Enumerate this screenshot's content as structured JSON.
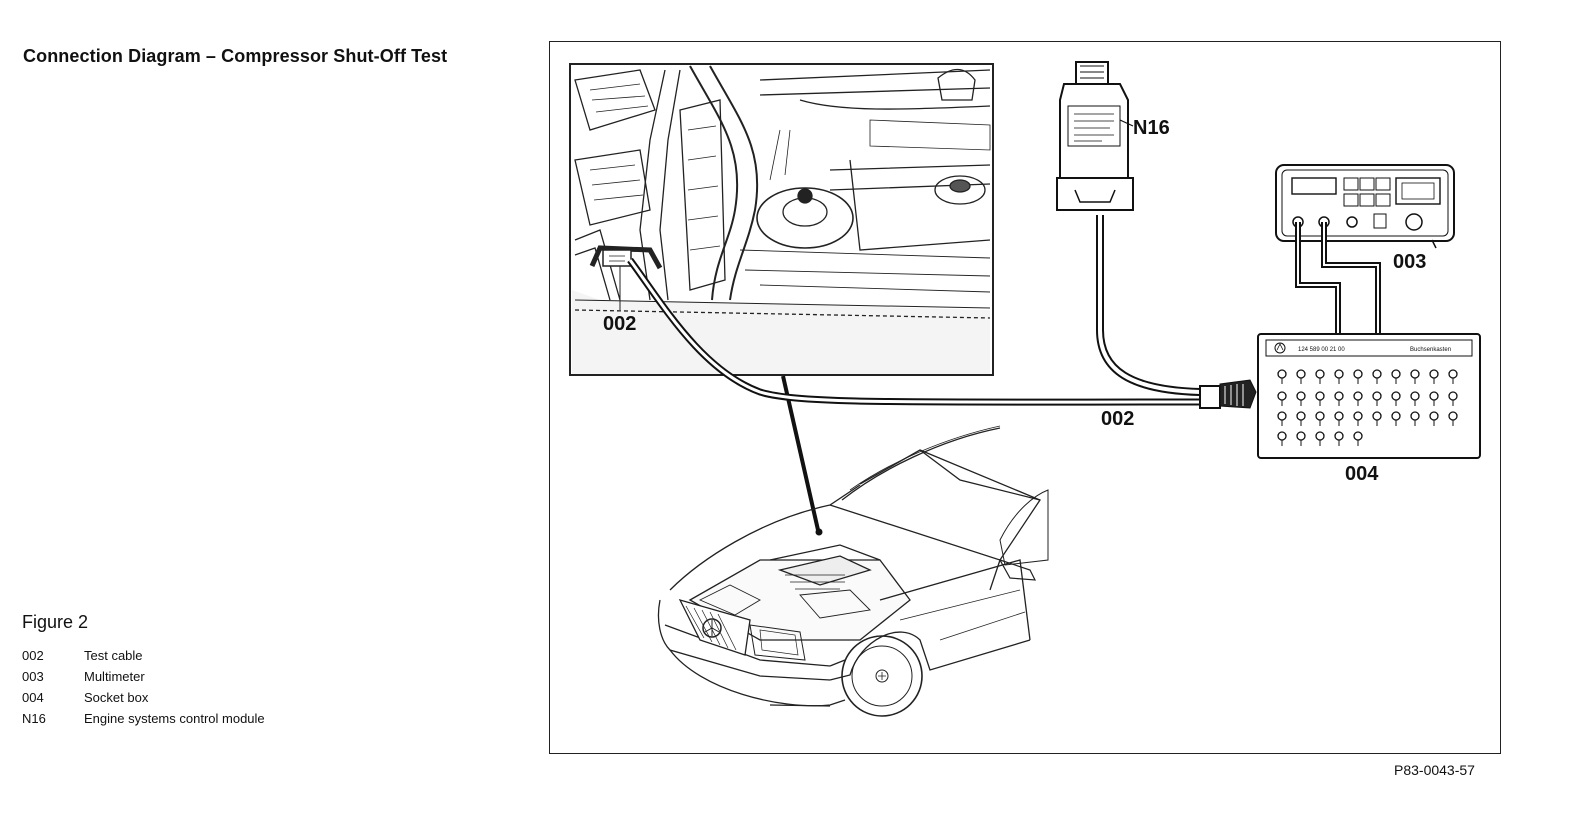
{
  "title": "Connection Diagram – Compressor Shut-Off Test",
  "figure": {
    "label": "Figure 2",
    "legend": [
      {
        "code": "002",
        "text": "Test cable"
      },
      {
        "code": "003",
        "text": "Multimeter"
      },
      {
        "code": "004",
        "text": "Socket box"
      },
      {
        "code": "N16",
        "text": "Engine systems control module"
      }
    ],
    "id": "P83-0043-57"
  },
  "callouts": {
    "cable_inset": "002",
    "cable_main": "002",
    "module": "N16",
    "multimeter": "003",
    "socket_box": "004"
  },
  "socket_box_header": {
    "part_no": "124 589 00 21 00",
    "name": "Buchsenkasten"
  }
}
